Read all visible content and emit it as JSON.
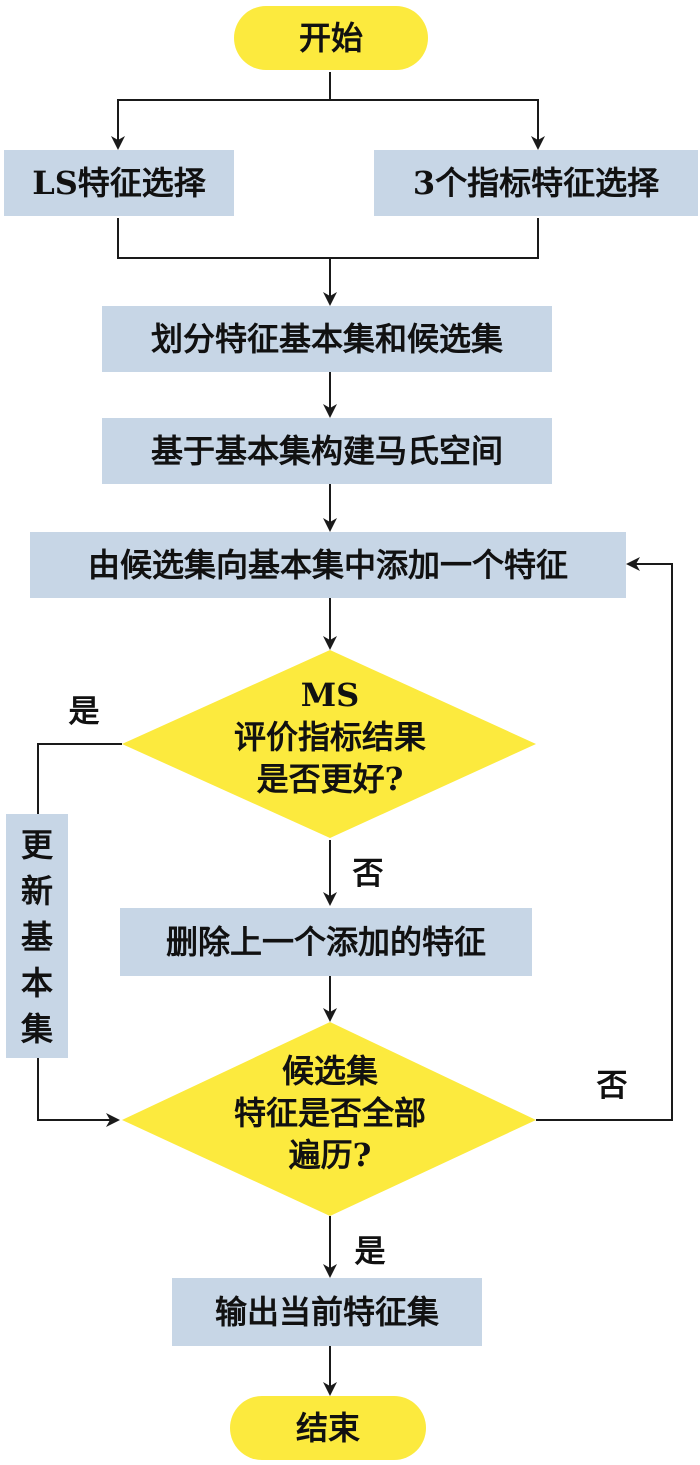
{
  "colors": {
    "terminal_fill": "#fcea3e",
    "process_fill": "#c7d6e6",
    "decision_fill": "#fcea3e",
    "line": "#1a1a1a",
    "text": "#111111"
  },
  "nodes": {
    "start": "开始",
    "ls_select": "LS特征选择",
    "metric_select": "3个指标特征选择",
    "split_sets": "划分特征基本集和候选集",
    "build_space": "基于基本集构建马氏空间",
    "add_feature": "由候选集向基本集中添加一个特征",
    "decision_ms": [
      "MS",
      "评价指标结果",
      "是否更好?"
    ],
    "update_basic": [
      "更",
      "新",
      "基",
      "本",
      "集"
    ],
    "remove_feature": "删除上一个添加的特征",
    "decision_traverse": [
      "候选集",
      "特征是否全部",
      "遍历?"
    ],
    "output": "输出当前特征集",
    "end": "结束"
  },
  "edge_labels": {
    "ms_yes": "是",
    "ms_no": "否",
    "traverse_no": "否",
    "traverse_yes": "是"
  }
}
